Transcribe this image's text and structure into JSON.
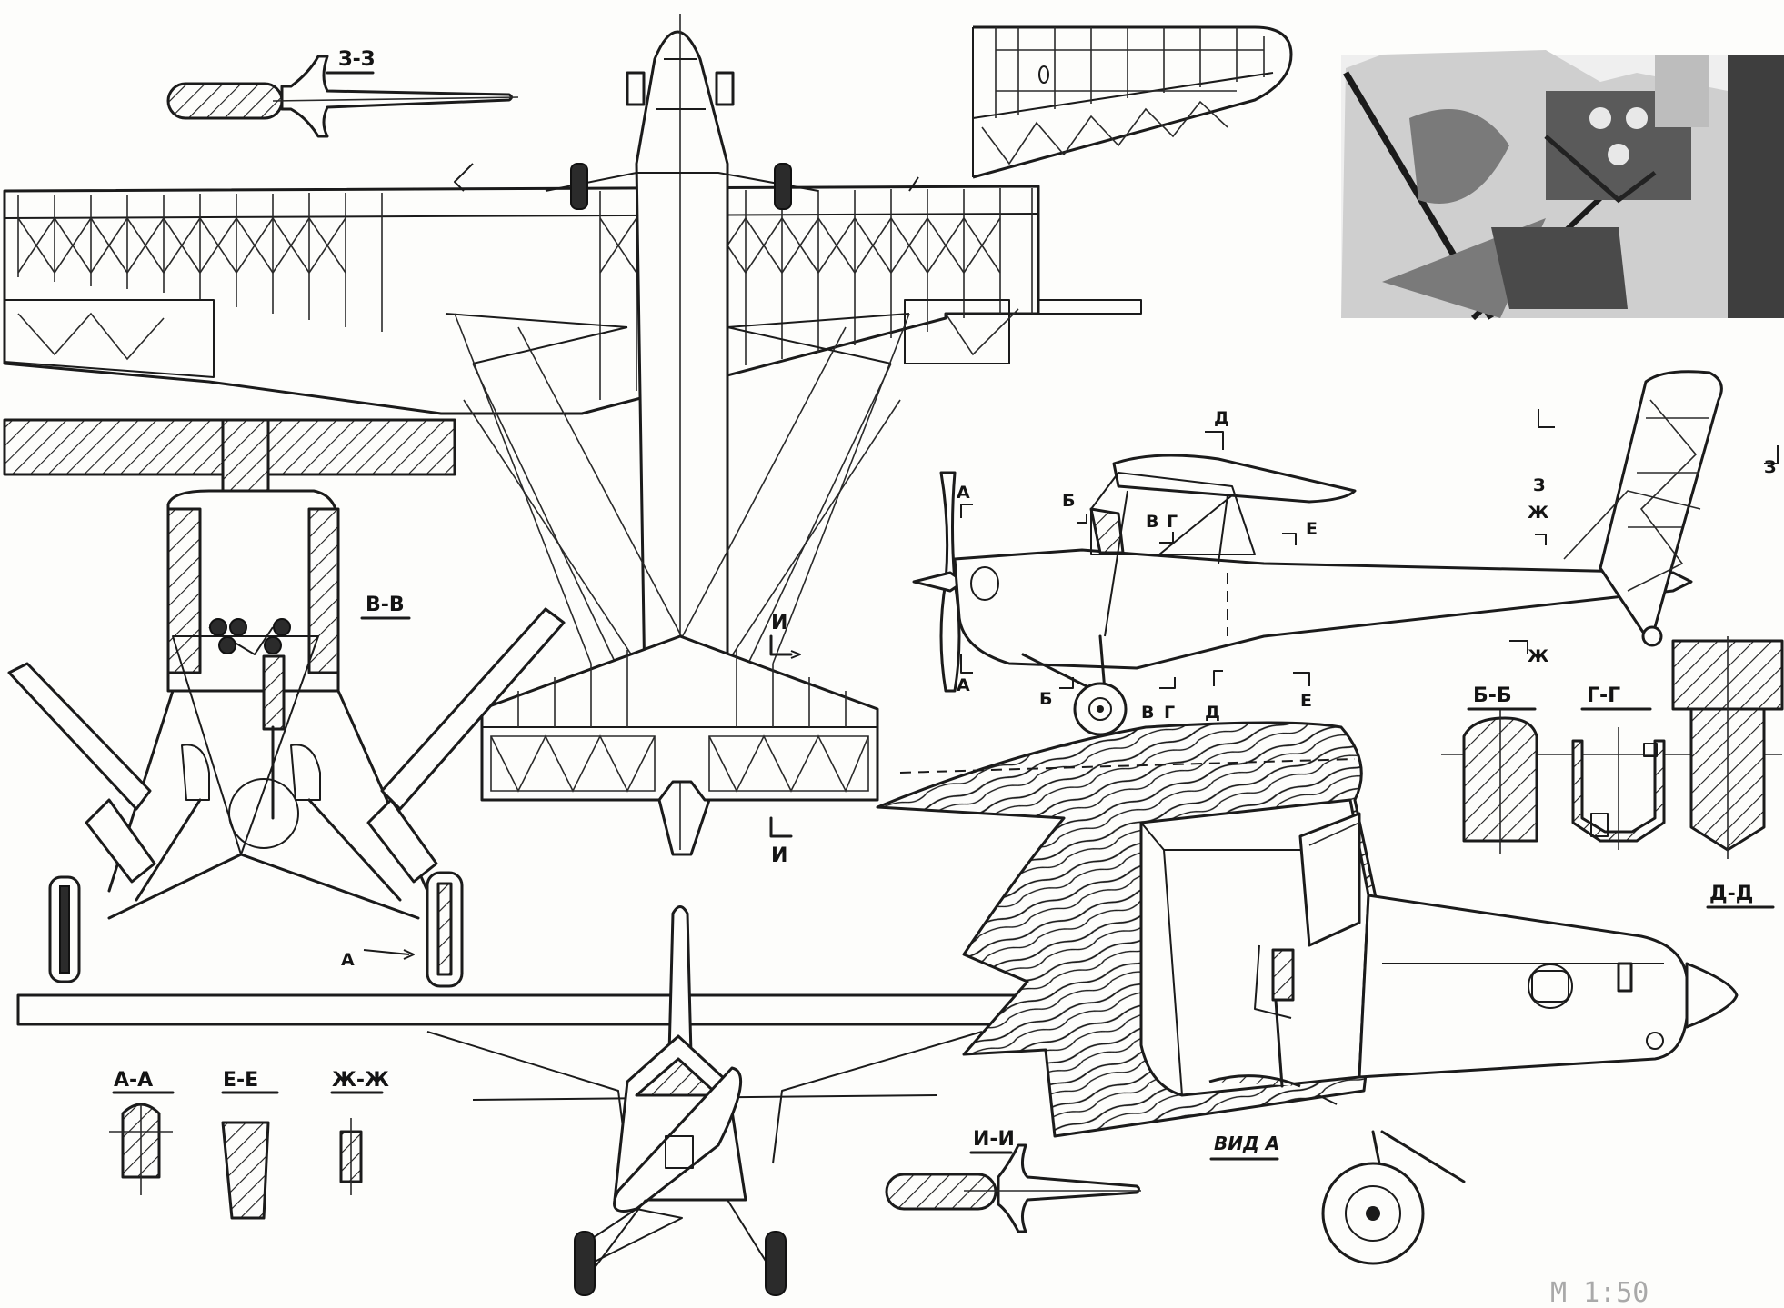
{
  "labels": {
    "section_z": "З-З",
    "section_v": "В-В",
    "section_a": "А-А",
    "section_e": "Е-Е",
    "section_zh": "Ж-Ж",
    "section_i": "И-И",
    "section_b": "Б-Б",
    "section_g": "Г-Г",
    "section_d": "Д-Д",
    "view_a": "ВИД А",
    "arrow_a": "А",
    "letter_i": "И",
    "letter_a": "А",
    "letter_b": "Б",
    "letter_v": "В",
    "letter_g": "Г",
    "letter_d": "Д",
    "letter_e": "Е",
    "letter_zh": "Ж",
    "letter_z": "З"
  },
  "scale_note": "М 1:50",
  "colors": {
    "ink": "#1b1b1b",
    "paper": "#fdfdfb",
    "scale_ink": "#a9a9a9"
  }
}
